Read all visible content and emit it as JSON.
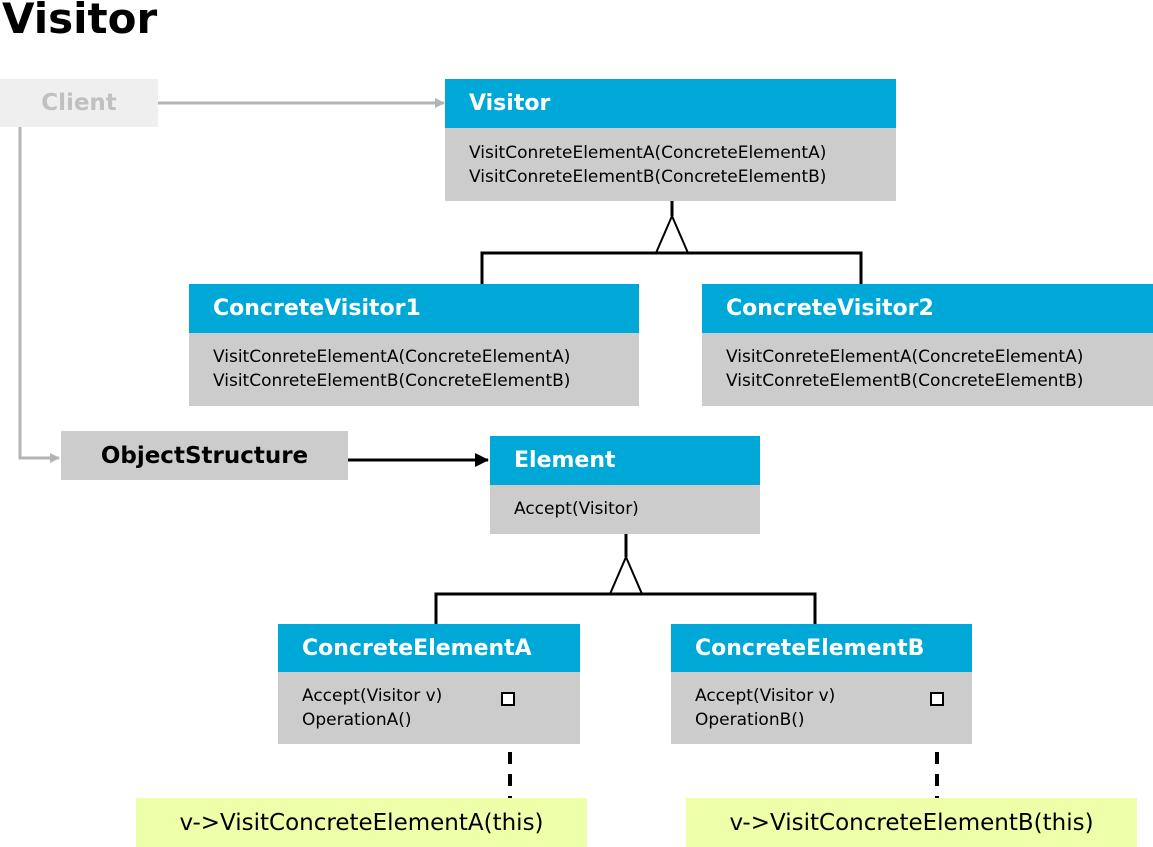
{
  "title": "Visitor",
  "client": {
    "label": "Client"
  },
  "object_structure": {
    "label": "ObjectStructure"
  },
  "visitor": {
    "name": "Visitor",
    "methods": [
      "VisitConreteElementA(ConcreteElementA)",
      "VisitConreteElementB(ConcreteElementB)"
    ]
  },
  "concrete_visitor_1": {
    "name": "ConcreteVisitor1",
    "methods": [
      "VisitConreteElementA(ConcreteElementA)",
      "VisitConreteElementB(ConcreteElementB)"
    ]
  },
  "concrete_visitor_2": {
    "name": "ConcreteVisitor2",
    "methods": [
      "VisitConreteElementA(ConcreteElementA)",
      "VisitConreteElementB(ConcreteElementB)"
    ]
  },
  "element": {
    "name": "Element",
    "methods": [
      "Accept(Visitor)"
    ]
  },
  "concrete_element_a": {
    "name": "ConcreteElementA",
    "methods": [
      "Accept(Visitor v)",
      "OperationA()"
    ],
    "note": "v->VisitConcreteElementA(this)"
  },
  "concrete_element_b": {
    "name": "ConcreteElementB",
    "methods": [
      "Accept(Visitor v)",
      "OperationB()"
    ],
    "note": "v->VisitConcreteElementB(this)"
  },
  "colors": {
    "header": "#00a8d8",
    "body": "#cccccc",
    "client_bg": "#efefef",
    "client_text": "#c0c0c0",
    "note_bg": "#eeffaa"
  }
}
